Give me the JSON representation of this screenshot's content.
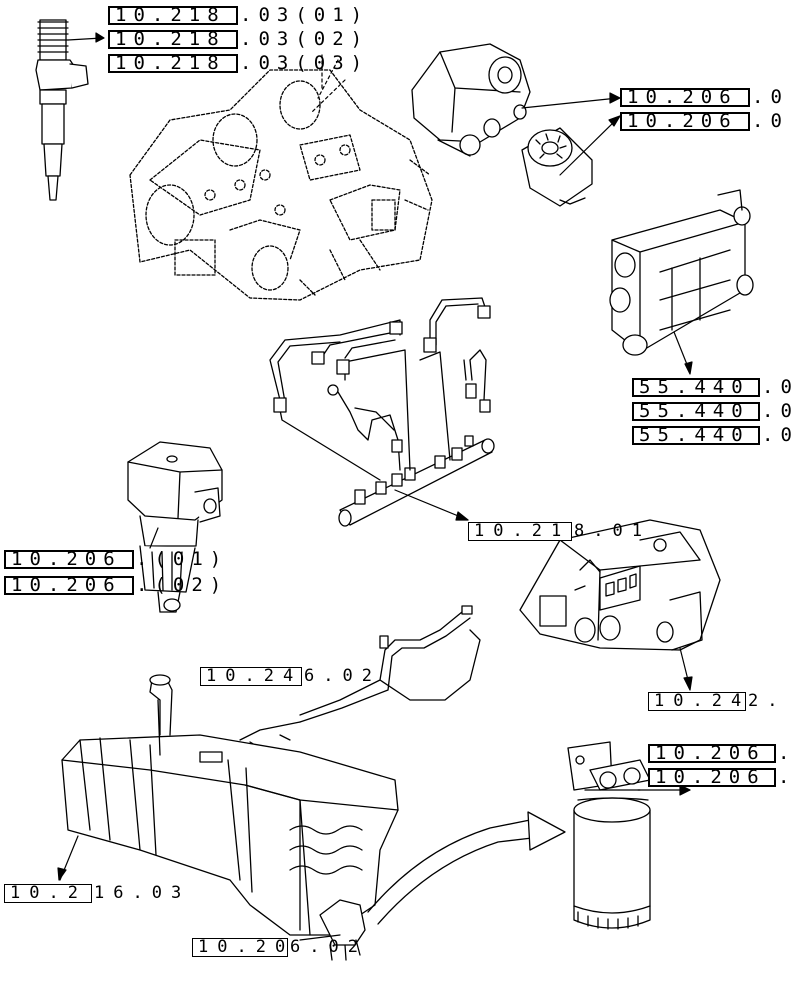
{
  "references": [
    {
      "id": "inj1",
      "code": "10.218",
      "suffix": ".03(01)"
    },
    {
      "id": "inj2",
      "code": "10.218",
      "suffix": ".03(02)"
    },
    {
      "id": "inj3",
      "code": "10.218",
      "suffix": ".03(03)"
    },
    {
      "id": "flt1",
      "code": "10.206",
      "suffix": ".0"
    },
    {
      "id": "flt2",
      "code": "10.206",
      "suffix": ".0"
    },
    {
      "id": "brk1",
      "code": "55.440",
      "suffix": ".0"
    },
    {
      "id": "brk2",
      "code": "55.440",
      "suffix": ".0"
    },
    {
      "id": "brk3",
      "code": "55.440",
      "suffix": ".0"
    },
    {
      "id": "rail",
      "code": "10.21",
      "suffix": "8.01"
    },
    {
      "id": "pre1",
      "code": "10.206",
      "suffix": ".(01)"
    },
    {
      "id": "pre2",
      "code": "10.206",
      "suffix": ".(02)"
    },
    {
      "id": "hose",
      "code": "10.24",
      "suffix": "6.02"
    },
    {
      "id": "pump",
      "code": "10.24",
      "suffix": "2."
    },
    {
      "id": "sec1",
      "code": "10.206",
      "suffix": "."
    },
    {
      "id": "sec2",
      "code": "10.206",
      "suffix": "."
    },
    {
      "id": "tank",
      "code": "10.2",
      "suffix": "16.03"
    },
    {
      "id": "send",
      "code": "10.20",
      "suffix": "6.02"
    }
  ]
}
